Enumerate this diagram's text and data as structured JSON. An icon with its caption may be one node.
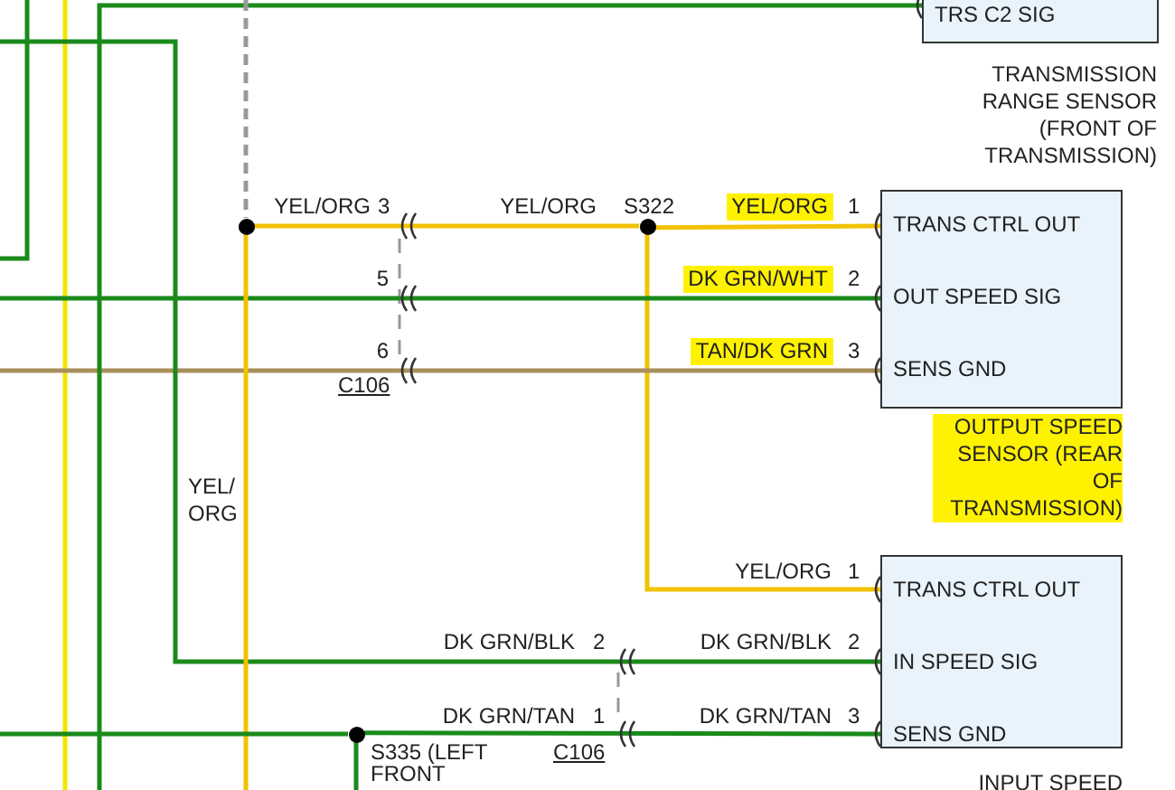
{
  "diagram": {
    "nodes": [
      {
        "text": [
          "TRS C2 SIG"
        ],
        "beside": [
          "TRANSMISSION RANGE SENSOR (FRONT OF TRANSMISSION)"
        ]
      },
      {
        "text": [
          "TRANS CTRL OUT",
          "OUT SPEED SIG",
          "SENS GND"
        ],
        "beside": [
          "OUTPUT SPEED SENSOR (REAR OF TRANSMISSION)"
        ]
      },
      {
        "text": [
          "TRANS CTRL OUT",
          "IN SPEED SIG",
          "SENS GND"
        ],
        "beside": [
          "INPUT SPEED"
        ]
      },
      {
        "text": [],
        "shape": "circle"
      },
      {
        "text": [],
        "shape": "circle",
        "beside": [
          "S322"
        ]
      },
      {
        "text": [],
        "shape": "circle",
        "beside": [
          "S335 (LEFT FRONT"
        ]
      }
    ],
    "edges": [
      {
        "from": 3,
        "to": 4,
        "arrow": "none",
        "color": "#f2c200"
      },
      {
        "from": 4,
        "to": 1,
        "arrow": "none",
        "color": "#f2c200"
      },
      {
        "from": 4,
        "to": 2,
        "arrow": "none",
        "color": "#f2c200"
      },
      {
        "from": null,
        "to": 1,
        "arrow": "none"
      },
      {
        "from": null,
        "to": 1,
        "arrow": "none",
        "color": "#a88f5c"
      },
      {
        "from": null,
        "to": 2,
        "arrow": "none"
      },
      {
        "from": null,
        "to": 0,
        "arrow": "none"
      },
      {
        "from": 3,
        "to": null,
        "arrow": "none",
        "color": "#f2c200"
      },
      {
        "from": null,
        "to": 5,
        "arrow": "none"
      },
      {
        "from": 5,
        "to": 2,
        "arrow": "none"
      },
      {
        "from": 5,
        "to": null,
        "arrow": "none"
      },
      {
        "from": null,
        "to": 3,
        "arrow": "none",
        "style": "dashed",
        "color": "#999999"
      }
    ],
    "labels": [
      "YEL/ORG",
      "3",
      "YEL/ORG",
      "YEL/ORG",
      "1",
      "5",
      "DK GRN/WHT",
      "2",
      "6",
      "TAN/DK GRN",
      "3",
      "C106",
      "YEL/ ORG",
      "YEL/ORG",
      "1",
      "DK GRN/BLK",
      "2",
      "DK GRN/BLK",
      "2",
      "DK GRN/TAN",
      "1",
      "C106",
      "DK GRN/TAN",
      "3"
    ]
  }
}
